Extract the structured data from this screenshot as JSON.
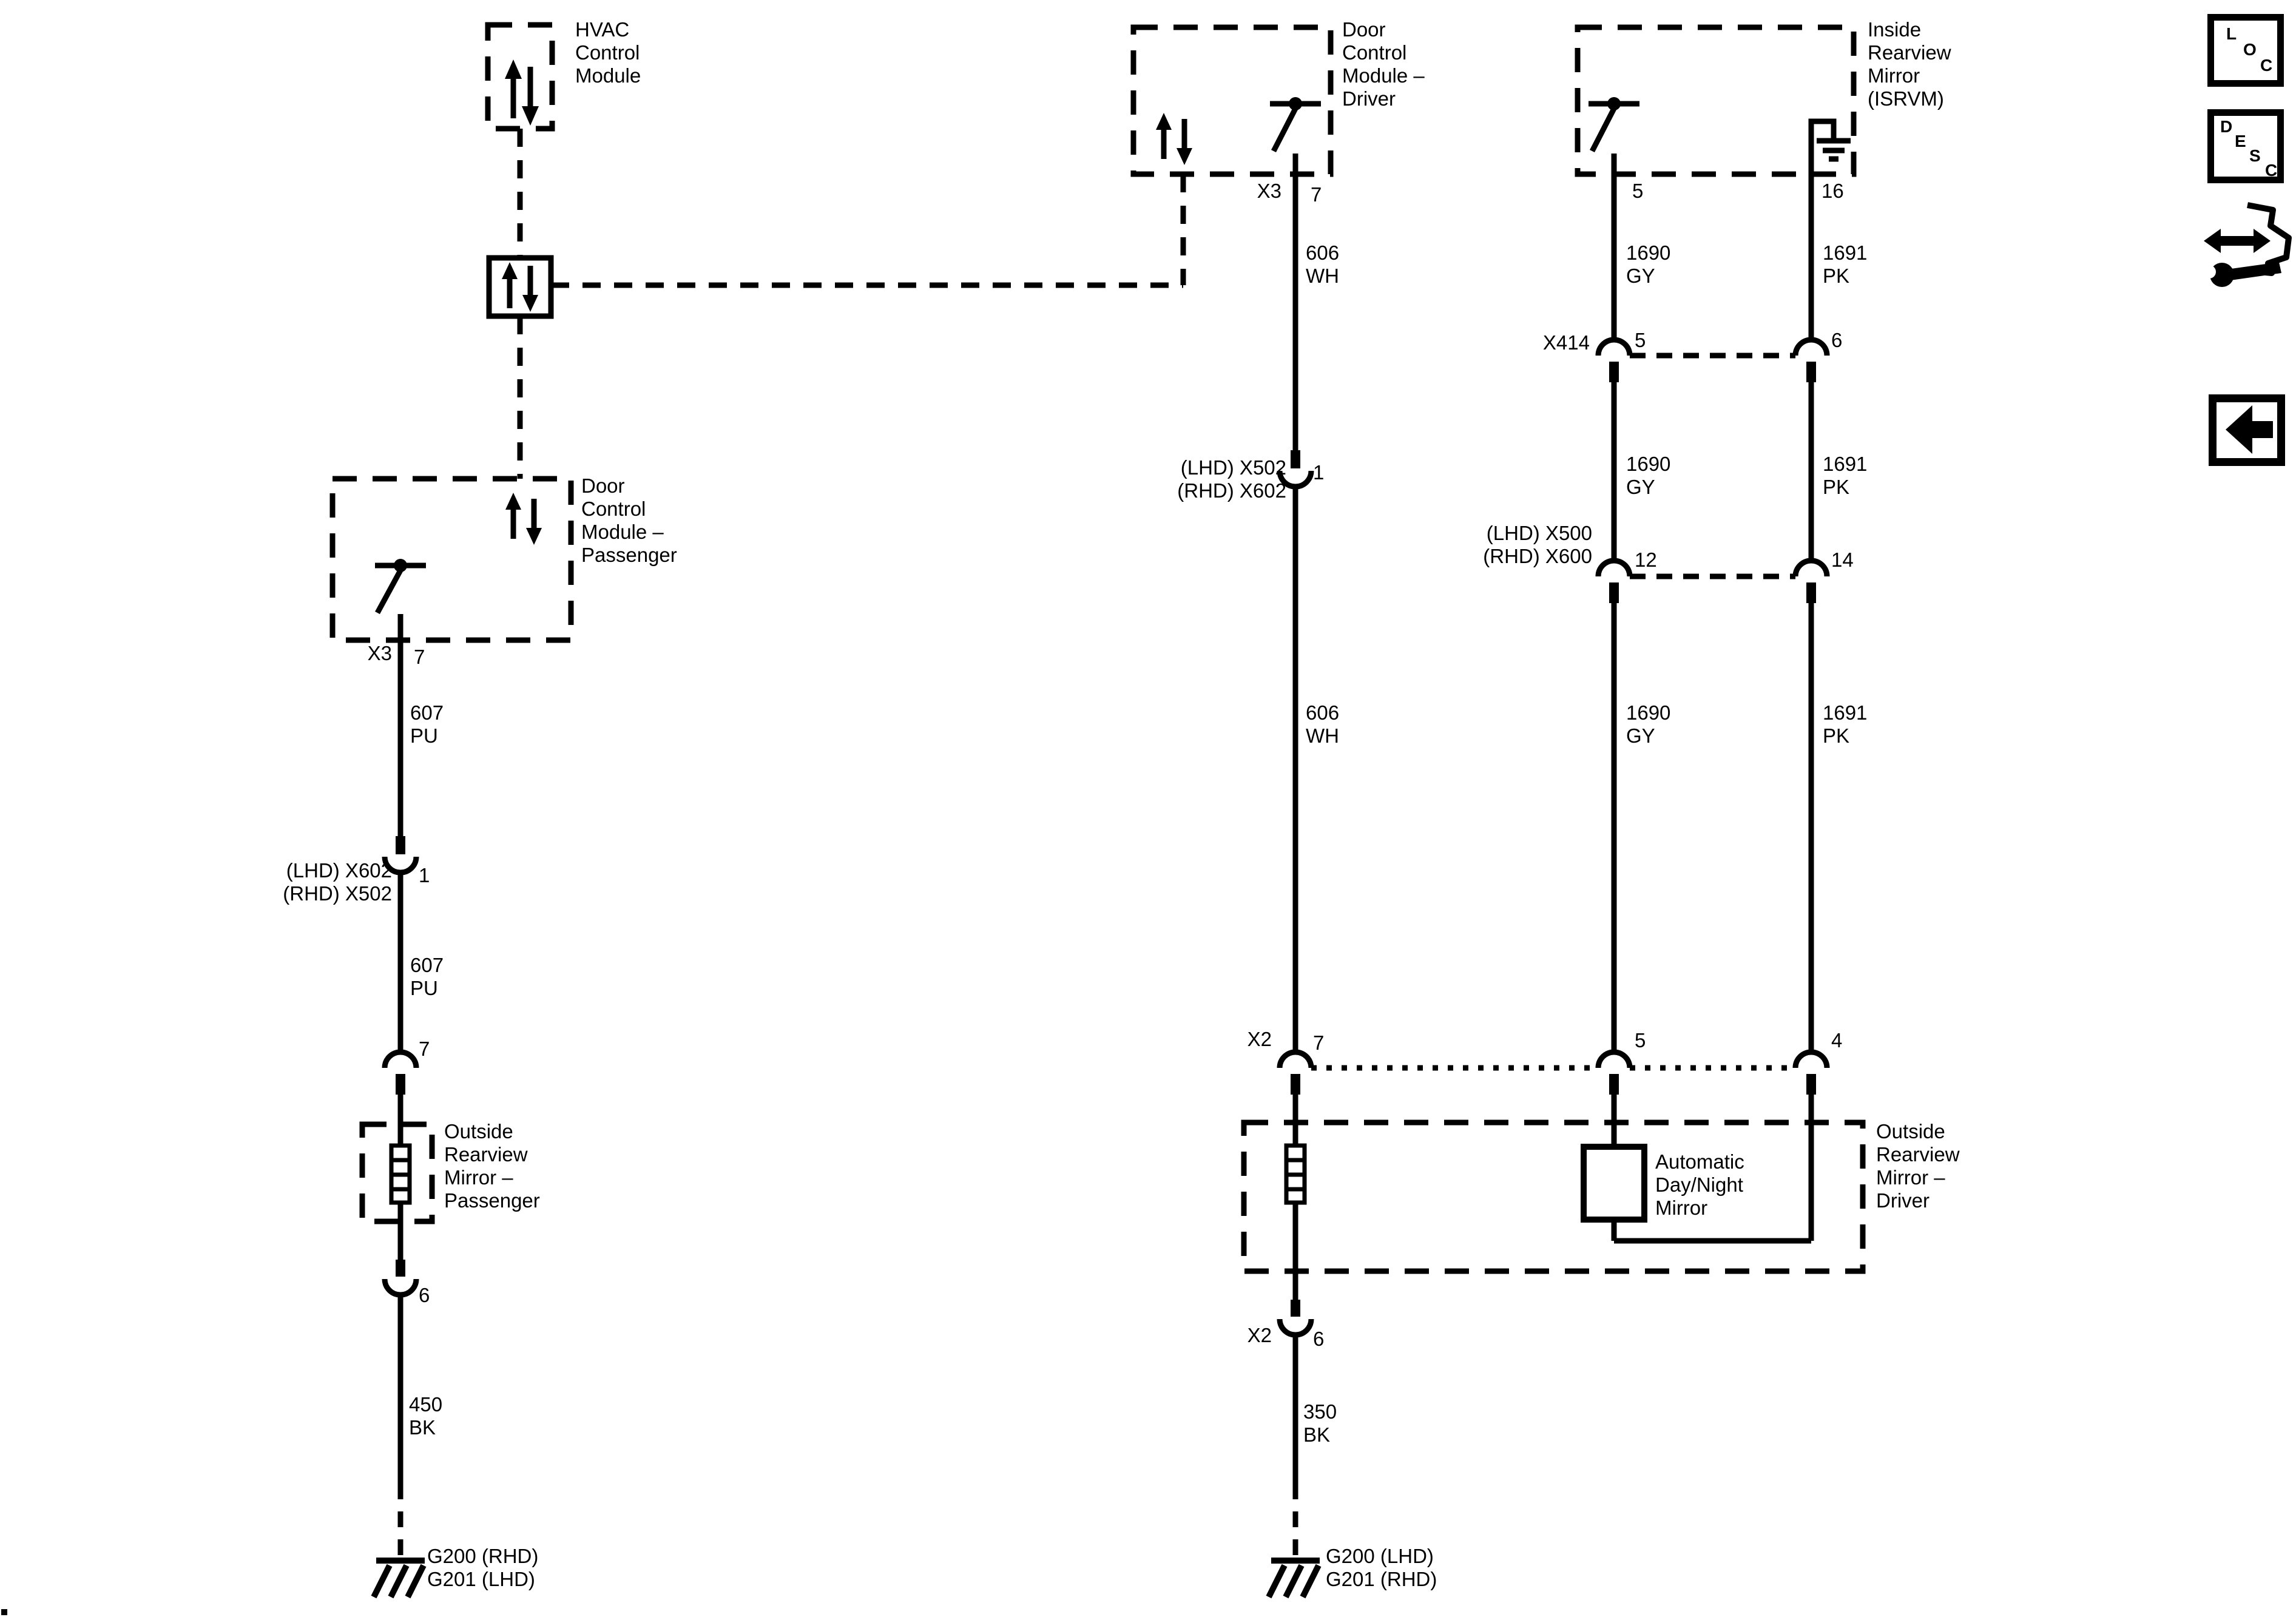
{
  "colors": {
    "ink": "#000000",
    "background": "#ffffff"
  },
  "modules": {
    "hvac": {
      "lines": [
        "HVAC",
        "Control",
        "Module"
      ]
    },
    "dcm_driver": {
      "lines": [
        "Door",
        "Control",
        "Module –",
        "Driver"
      ]
    },
    "isrvm": {
      "lines": [
        "Inside",
        "Rearview",
        "Mirror",
        "(ISRVM)"
      ]
    },
    "dcm_passenger": {
      "lines": [
        "Door",
        "Control",
        "Module –",
        "Passenger"
      ]
    },
    "orm_passenger": {
      "lines": [
        "Outside",
        "Rearview",
        "Mirror –",
        "Passenger"
      ]
    },
    "orm_driver": {
      "lines": [
        "Outside",
        "Rearview",
        "Mirror –",
        "Driver"
      ]
    },
    "adn_mirror": {
      "lines": [
        "Automatic",
        "Day/Night",
        "Mirror"
      ]
    }
  },
  "connectors": {
    "dcmp_x3": "X3",
    "dcmp_x3_pin": "7",
    "passenger_inline": {
      "lines": [
        "(LHD) X602",
        "(RHD) X502"
      ],
      "pin": "1"
    },
    "ormp_pin_in": "7",
    "ormp_pin_out": "6",
    "dcmd_x3": "X3",
    "dcmd_x3_pin": "7",
    "driver_inline": {
      "lines": [
        "(LHD) X502",
        "(RHD) X602"
      ],
      "pin": "1"
    },
    "ormd_x2_in": "X2",
    "ormd_x2_in_pin": "7",
    "ormd_x2_out": "X2",
    "ormd_x2_out_pin": "6",
    "isrvm_pin5": "5",
    "isrvm_pin16": "16",
    "x414": "X414",
    "x414_pin5": "5",
    "x414_pin6": "6",
    "floor_inline": {
      "lines": [
        "(LHD) X500",
        "(RHD) X600"
      ],
      "pin_left": "12",
      "pin_right": "14"
    },
    "ormd_pin5": "5",
    "ormd_pin4": "4"
  },
  "wires": {
    "w607": {
      "circuit": "607",
      "color": "PU"
    },
    "w450": {
      "circuit": "450",
      "color": "BK"
    },
    "w606": {
      "circuit": "606",
      "color": "WH"
    },
    "w350": {
      "circuit": "350",
      "color": "BK"
    },
    "w1690": {
      "circuit": "1690",
      "color": "GY"
    },
    "w1691": {
      "circuit": "1691",
      "color": "PK"
    }
  },
  "grounds": {
    "passenger": {
      "lines": [
        "G200 (RHD)",
        "G201 (LHD)"
      ]
    },
    "driver": {
      "lines": [
        "G200 (LHD)",
        "G201 (RHD)"
      ]
    }
  },
  "corner_icons": {
    "loc": [
      "L",
      "O",
      "C"
    ],
    "desc": [
      "D",
      "E",
      "S",
      "C"
    ]
  }
}
